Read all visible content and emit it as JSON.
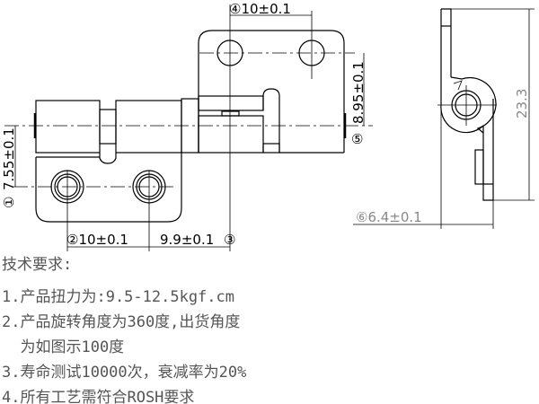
{
  "drawing": {
    "dimensions": {
      "d4": "④10±0.1",
      "d5_value": "8.95±0.1",
      "d5_marker": "⑤",
      "d1_value": "7.55±0.1",
      "d1_marker": "①",
      "d2": "②10±0.1",
      "d3_value": "9.9±0.1",
      "d3_marker": "③",
      "d6": "⑥6.4±0.1",
      "height": "23.3"
    }
  },
  "notes": {
    "title": "技术要求:",
    "items": [
      "1.产品扭力为:9.5-12.5kgf.cm",
      "2.产品旋转角度为360度,出货角度",
      "  为如图示100度",
      "3.寿命测试10000次，衰减率为20%",
      "4.所有工艺需符合ROSH要求"
    ]
  }
}
